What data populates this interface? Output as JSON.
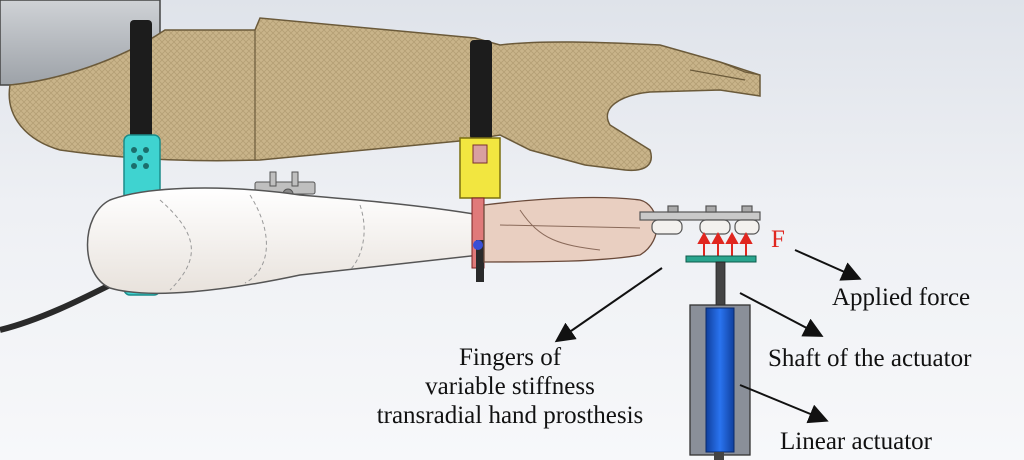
{
  "labels": {
    "force_symbol": "F",
    "applied_force": "Applied force",
    "shaft": "Shaft of the actuator",
    "linear_actuator": "Linear actuator",
    "fingers_line1": "Fingers of",
    "fingers_line2": "variable stiffness",
    "fingers_line3": "transradial hand prosthesis"
  },
  "colors": {
    "socket_beige": "#c9b48a",
    "cable_black": "#2a2a2a",
    "strap_black": "#1c1c1c",
    "cyan_brace": "#3fd3d0",
    "yellow_block": "#f2e640",
    "prosthesis_white": "#f6f2ee",
    "prosthesis_fingers": "#e9cfc1",
    "force_arrow_red": "#e0261f",
    "actuator_blue": "#1d5fd6",
    "actuator_frame": "#8a8f99",
    "plate_green": "#2aa58e"
  }
}
